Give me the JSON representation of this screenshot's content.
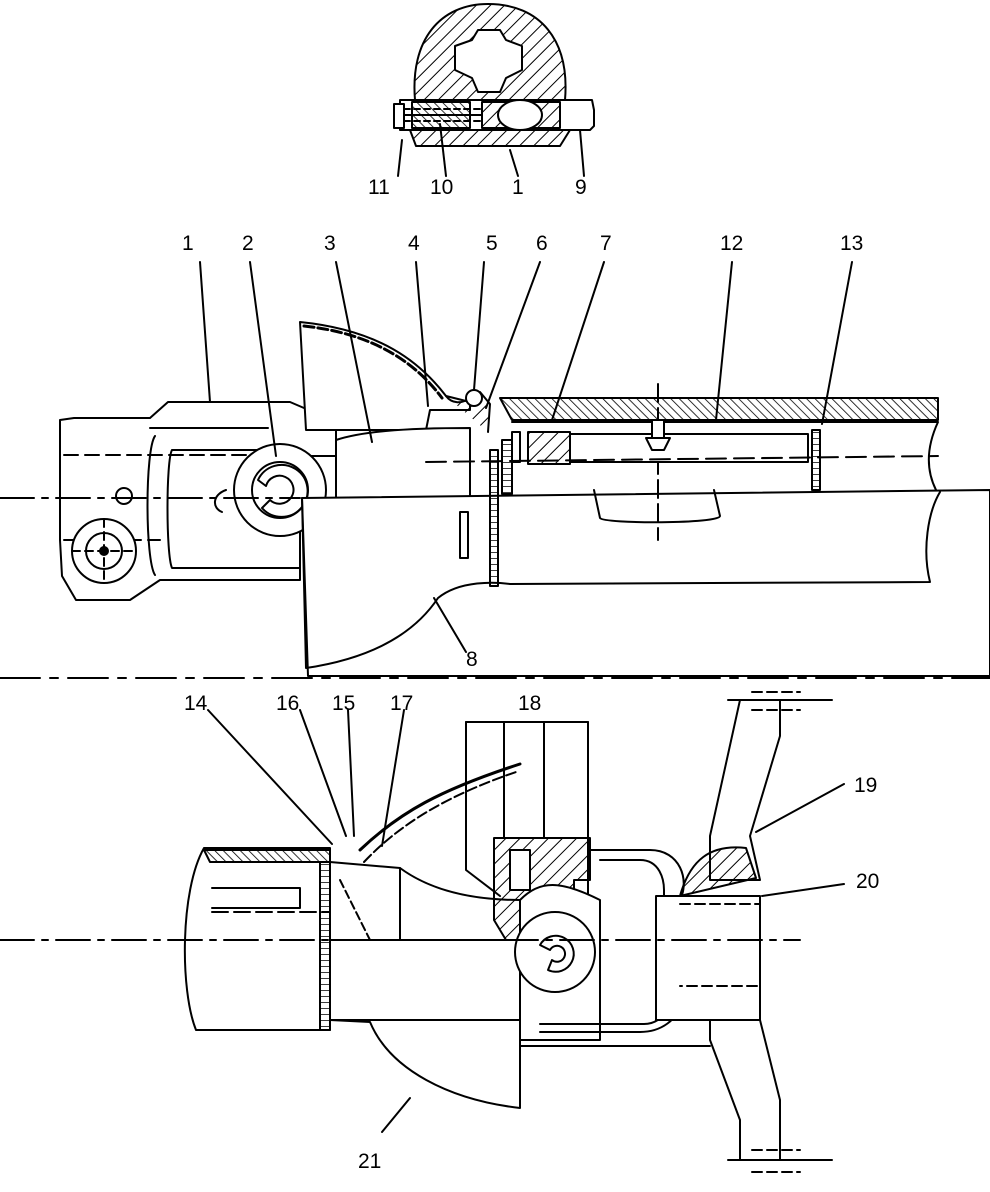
{
  "diagram": {
    "detail_labels": [
      "11",
      "10",
      "1",
      "9"
    ],
    "upper_labels": [
      "1",
      "2",
      "3",
      "4",
      "5",
      "6",
      "7",
      "12",
      "13",
      "8"
    ],
    "lower_labels": [
      "14",
      "16",
      "15",
      "17",
      "18",
      "19",
      "20",
      "21"
    ]
  }
}
